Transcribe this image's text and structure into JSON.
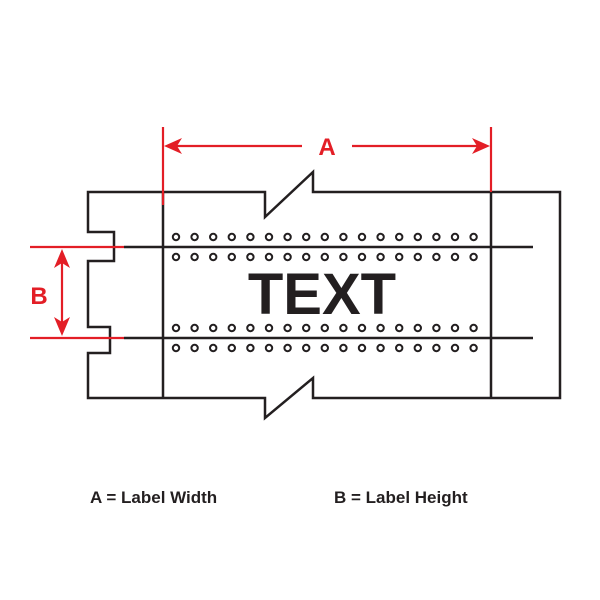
{
  "diagram": {
    "label_text": "TEXT",
    "dimension_a": "A",
    "dimension_b": "B",
    "dots_per_row": 17
  },
  "legend": {
    "a": "A = Label Width",
    "b": "B = Label Height"
  },
  "colors": {
    "dimension": "#e31e26",
    "outline": "#231f20"
  }
}
